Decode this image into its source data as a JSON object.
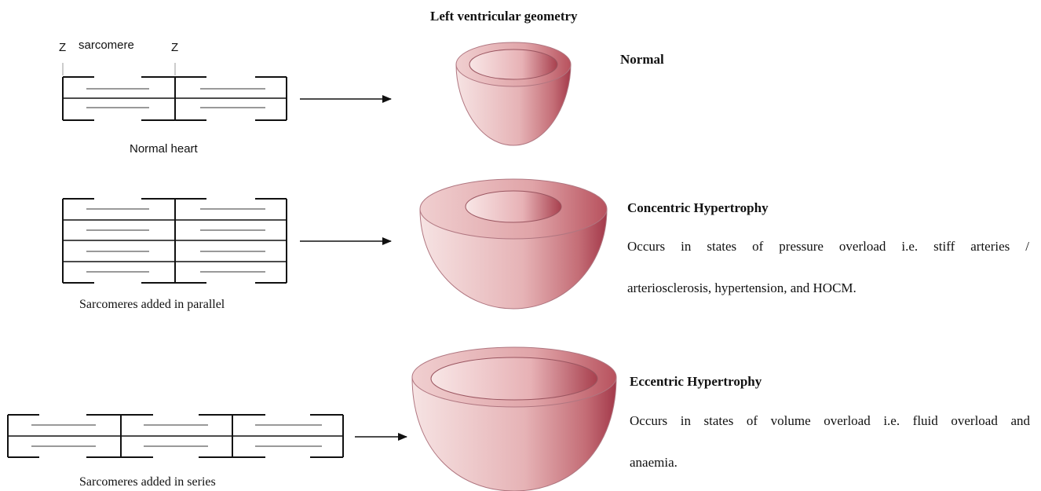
{
  "title": "Left ventricular geometry",
  "diagram1": {
    "z_left": "Z",
    "z_right": "Z",
    "sarcomere_label": "sarcomere",
    "caption": "Normal heart",
    "heading": "Normal"
  },
  "diagram2": {
    "caption": "Sarcomeres added in parallel",
    "heading": "Concentric Hypertrophy",
    "desc_line1": "Occurs in states of pressure overload i.e. stiff  arteries /",
    "desc_line2": "arteriosclerosis,  hypertension,  and HOCM."
  },
  "diagram3": {
    "caption": "Sarcomeres added in series",
    "heading": "Eccentric  Hypertrophy",
    "desc_line1": "Occurs in states of volume  overload i.e. fluid  overload and",
    "desc_line2": "anaemia."
  },
  "colors": {
    "ventricle_light": "#f4dcdc",
    "ventricle_mid": "#e2a7aa",
    "ventricle_dark": "#a53c48",
    "sarcomere_line": "#111111",
    "thin_filament": "#9a9a9a"
  }
}
